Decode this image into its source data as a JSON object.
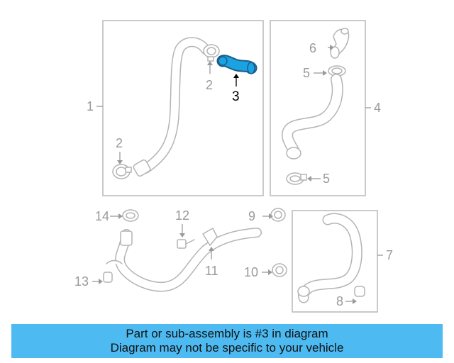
{
  "callouts": {
    "c1": "1",
    "c2a": "2",
    "c2b": "2",
    "c3": "3",
    "c4": "4",
    "c5a": "5",
    "c5b": "5",
    "c6": "6",
    "c7": "7",
    "c8": "8",
    "c9": "9",
    "c10": "10",
    "c11": "11",
    "c12": "12",
    "c13": "13",
    "c14": "14"
  },
  "highlight_color": "#1aa3e0",
  "banner": {
    "line1": "Part or sub-assembly is #3 in diagram",
    "line2": "Diagram may not be specific to your vehicle",
    "color": "#4dbbf2"
  }
}
